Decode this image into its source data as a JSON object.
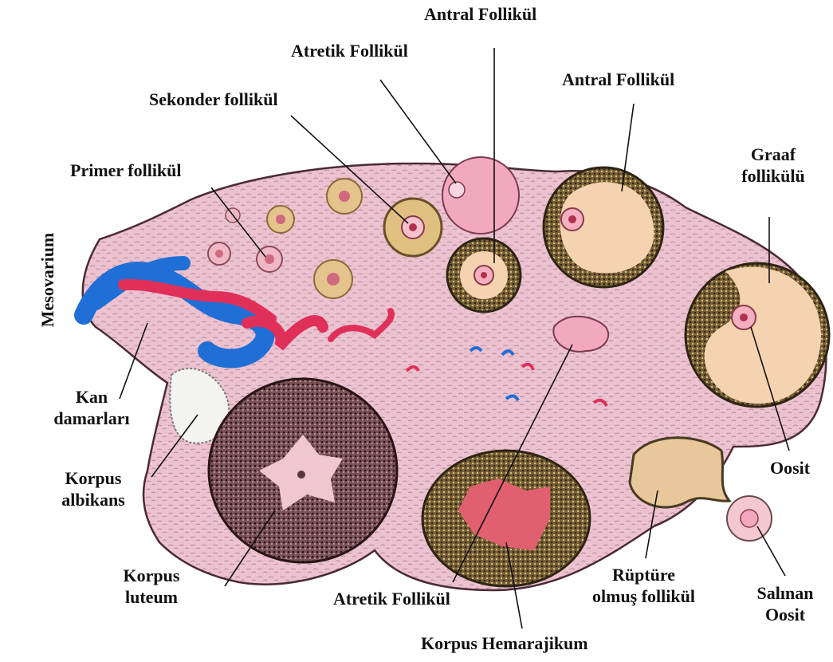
{
  "labels": {
    "antral_top": "Antral Follikül",
    "atretik_top": "Atretik Follikül",
    "antral_right": "Antral Follikül",
    "sekonder": "Sekonder follikül",
    "graaf_line1": "Graaf",
    "graaf_line2": "follikülü",
    "primer": "Primer follikül",
    "mesovarium": "Mesovarium",
    "kan_line1": "Kan",
    "kan_line2": "damarları",
    "oosit": "Oosit",
    "albikans_line1": "Korpus",
    "albikans_line2": "albikans",
    "luteum_line1": "Korpus",
    "luteum_line2": "luteum",
    "atretik_bottom": "Atretik Follikül",
    "ruptur_line1": "Rüptüre",
    "ruptur_line2": "olmuş follikül",
    "salinan_line1": "Salınan",
    "salinan_line2": "Oosit",
    "hemarajikum": "Korpus Hemarajikum"
  },
  "colors": {
    "stroma": "#ecc2d0",
    "stroma_edge": "#4a2a34",
    "vein": "#1f6fd6",
    "artery": "#e0305a",
    "antrum": "#f6d3b0",
    "granulosa": "#4a3a22",
    "luteum": "#5b3a3f",
    "hemorrhage": "#e06070",
    "albicans": "#f3f3f0"
  }
}
